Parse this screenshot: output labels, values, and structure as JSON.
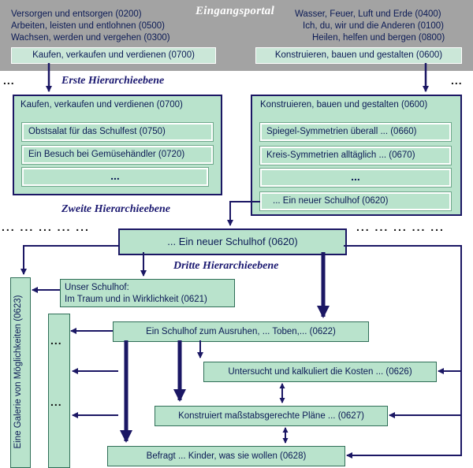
{
  "banner": {
    "title": "Eingangsportal",
    "left": [
      "Versorgen und entsorgen (0200)",
      "Arbeiten, leisten und entlohnen (0500)",
      "Wachsen, werden und vergehen (0300)"
    ],
    "right": [
      "Wasser, Feuer, Luft und Erde (0400)",
      "Ich, du, wir und die Anderen (0100)",
      "Heilen, helfen und bergen (0800)"
    ],
    "left_box": "Kaufen, verkaufen und verdienen (0700)",
    "right_box": "Konstruieren, bauen und gestalten (0600)"
  },
  "levels": {
    "first": "Erste  Hierarchieebene",
    "second": "Zweite Hierarchieebene",
    "third": "Dritte  Hierarchieebene"
  },
  "left_panel": {
    "title": "Kaufen, verkaufen und verdienen (0700)",
    "items": [
      "Obstsalat für das Schulfest (0750)",
      "Ein Besuch bei Gemüsehändler (0720)",
      "..."
    ]
  },
  "right_panel": {
    "title": "Konstruieren, bauen und gestalten (0600)",
    "items": [
      "Spiegel-Symmetrien überall ... (0660)",
      "Kreis-Symmetrien alltäglich ... (0670)",
      "...",
      "... Ein neuer Schulhof (0620)"
    ]
  },
  "dots": {
    "banner_left": "...",
    "banner_right": "...",
    "row_left": "...   ...   ...   ...   ...",
    "row_right": "...   ...   ...   ...   ...",
    "gallery_col_1": "...",
    "gallery_col_2": "..."
  },
  "center": "... Ein neuer Schulhof (0620)",
  "gallery": "Eine Galerie von Möglichkeiten (0623)",
  "nodes": {
    "schulhof_traum_line1": "Unser Schulhof:",
    "schulhof_traum_line2": "Im Traum und in Wirklichkeit (0621)",
    "ausruhen": "Ein Schulhof zum Ausruhen, ... Toben,...  (0622)",
    "kosten": "Untersucht und kalkuliert die Kosten ... (0626)",
    "plaene": "Konstruiert maßstabsgerechte Pläne ... (0627)",
    "befragt": "Befragt ... Kinder, was sie wollen (0628)"
  }
}
